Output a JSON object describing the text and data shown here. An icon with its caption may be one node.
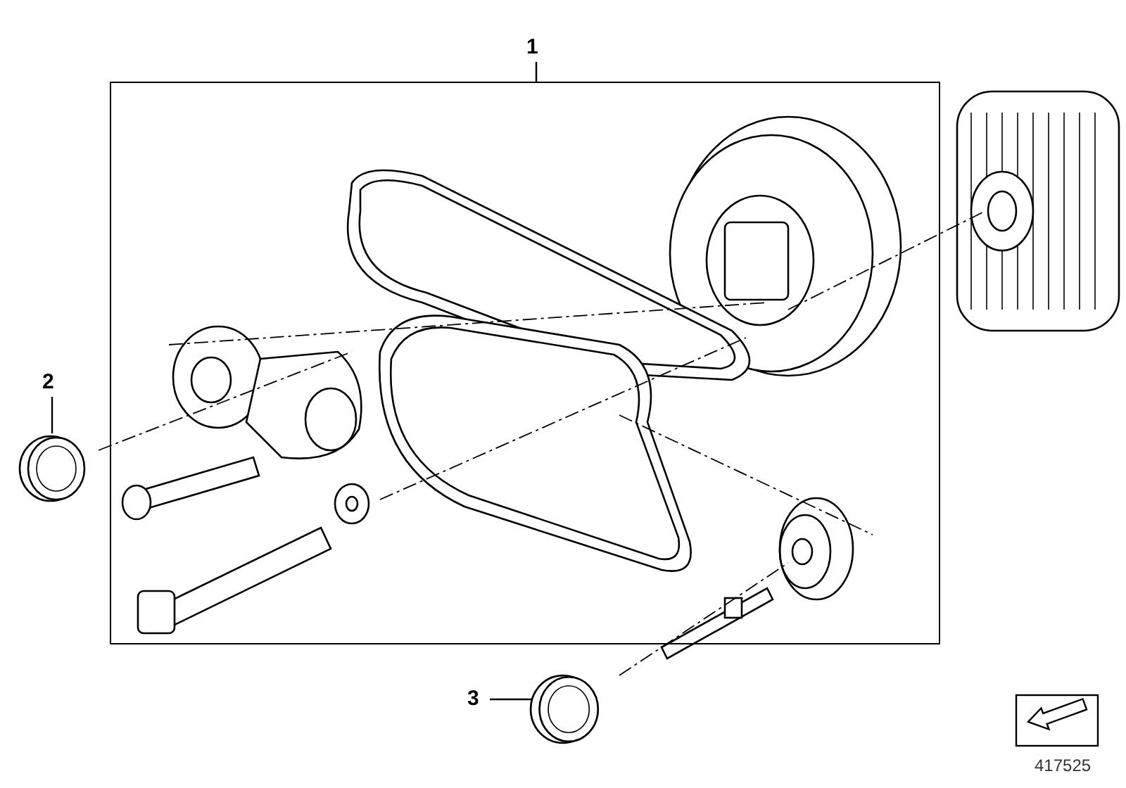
{
  "diagram": {
    "nodes": [
      {
        "text": [
          "1"
        ]
      },
      {
        "text": [],
        "shape": "box"
      },
      {
        "text": [
          "2"
        ]
      },
      {
        "text": [],
        "shape": "picture"
      },
      {
        "text": [
          "3"
        ]
      },
      {
        "text": [],
        "shape": "picture"
      }
    ],
    "edges": [
      {
        "from": 0,
        "to": 1,
        "arrow": "none"
      },
      {
        "from": 2,
        "to": 3,
        "arrow": "none"
      },
      {
        "from": 4,
        "to": 5,
        "arrow": "none"
      }
    ],
    "labels": [
      "417525"
    ]
  }
}
